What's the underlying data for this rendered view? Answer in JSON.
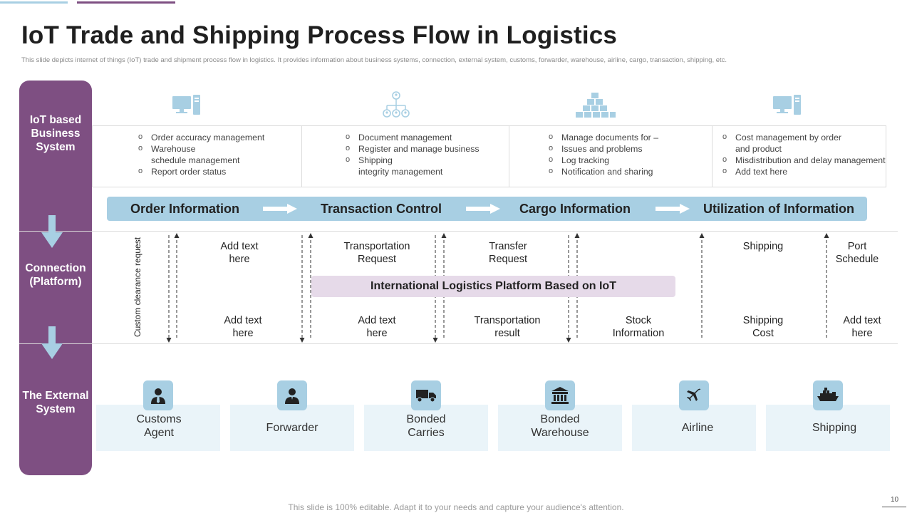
{
  "title": "IoT Trade and Shipping Process Flow in Logistics",
  "subtitle": "This slide depicts internet of things (IoT) trade and shipment process flow in logistics. It provides information about business systems, connection, external system, customs, forwarder, warehouse, airline, cargo, transaction, shipping, etc.",
  "sidebar": {
    "iot_based": "IoT based Business System",
    "connection": "Connection (Platform)",
    "external": "The External System"
  },
  "business_system": {
    "icons": [
      "computer-icon",
      "org-chart-icon",
      "boxes-pyramid-icon",
      "computer-icon"
    ],
    "columns": [
      {
        "items": [
          {
            "text": "Order accuracy management",
            "bullet": true
          },
          {
            "text": "Warehouse",
            "bullet": true
          },
          {
            "text": "schedule management",
            "bullet": false
          },
          {
            "text": "Report order status",
            "bullet": true
          }
        ]
      },
      {
        "items": [
          {
            "text": "Document management",
            "bullet": true
          },
          {
            "text": "Register and manage business",
            "bullet": true
          },
          {
            "text": "Shipping",
            "bullet": true
          },
          {
            "text": "integrity management",
            "bullet": false
          }
        ]
      },
      {
        "items": [
          {
            "text": "Manage documents for –",
            "bullet": true
          },
          {
            "text": "Issues and problems",
            "bullet": true
          },
          {
            "text": "Log tracking",
            "bullet": true
          },
          {
            "text": "Notification and sharing",
            "bullet": true
          }
        ]
      },
      {
        "items": [
          {
            "text": "Cost management  by order",
            "bullet": true
          },
          {
            "text": "and product",
            "bullet": false
          },
          {
            "text": "Misdistribution and delay management",
            "bullet": true
          },
          {
            "text": "Add text here",
            "bullet": true
          }
        ]
      }
    ]
  },
  "flow": {
    "steps": [
      "Order Information",
      "Transaction Control",
      "Cargo Information",
      "Utilization of Information"
    ]
  },
  "connection": {
    "custom_request": "Custom clearance request",
    "platform_label": "International  Logistics Platform Based on IoT",
    "top_labels": [
      "Add text here",
      "Transportation Request",
      "Transfer Request",
      "Shipping",
      "Port Schedule"
    ],
    "bottom_labels": [
      "Add text here",
      "Add text here",
      "Transportation result",
      "Stock Information",
      "Shipping Cost",
      "Add text here"
    ]
  },
  "external_system": {
    "items": [
      {
        "label": "Customs Agent",
        "icon": "person-tie-icon"
      },
      {
        "label": "Forwarder",
        "icon": "person-icon"
      },
      {
        "label": "Bonded Carries",
        "icon": "truck-icon"
      },
      {
        "label": "Bonded Warehouse",
        "icon": "warehouse-icon"
      },
      {
        "label": "Airline",
        "icon": "airplane-icon"
      },
      {
        "label": "Shipping",
        "icon": "ship-icon"
      }
    ]
  },
  "footer": "This slide is 100% editable. Adapt it to your needs and capture your audience's attention.",
  "page_number": "10",
  "colors": {
    "purple": "#7e4f82",
    "light_blue": "#a8cfe3",
    "lavender": "#e6dae9",
    "pale_blue": "#eaf4f9"
  }
}
